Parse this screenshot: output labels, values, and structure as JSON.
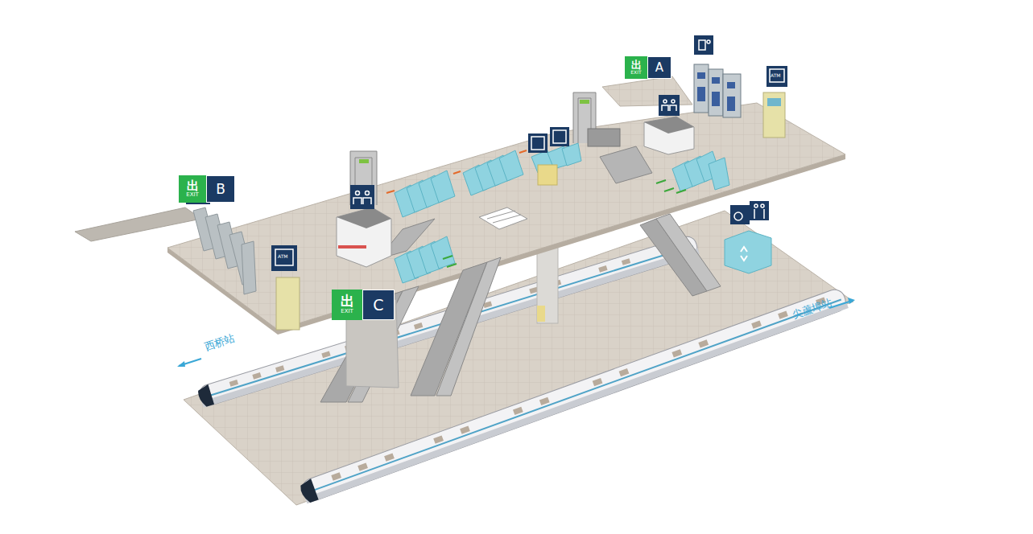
{
  "diagram": {
    "nodes": [
      {
        "text": [
          "出",
          "EXIT",
          "A"
        ]
      },
      {
        "text": [
          "出",
          "EXIT",
          "B"
        ]
      },
      {
        "text": [
          "出",
          "EXIT",
          "C"
        ]
      }
    ],
    "labels": [
      "西桥站",
      "尖蘆埠站",
      "ATM",
      "ATM"
    ]
  }
}
